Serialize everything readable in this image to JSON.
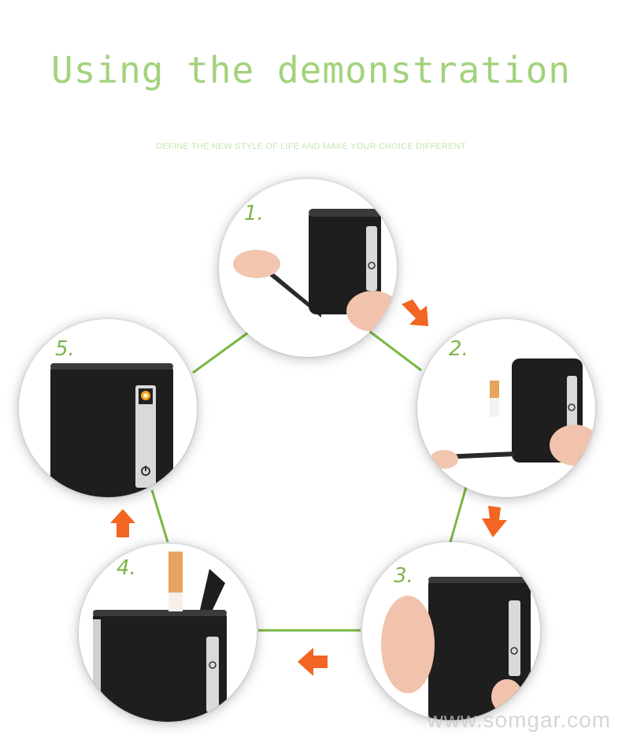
{
  "title": "Using the demonstration",
  "subtitle": "DEFINE THE NEW STYLE OF LIFE AND MAKE YOUR CHOICE DIFFERENT",
  "steps": [
    {
      "label": "1."
    },
    {
      "label": "2."
    },
    {
      "label": "3."
    },
    {
      "label": "4."
    },
    {
      "label": "5."
    }
  ],
  "watermark": "www.somgar.com",
  "colors": {
    "accent_green": "#7db548",
    "title_green": "#a3d27c",
    "arrow_orange": "#f26522",
    "device_black": "#1e1e1e"
  }
}
